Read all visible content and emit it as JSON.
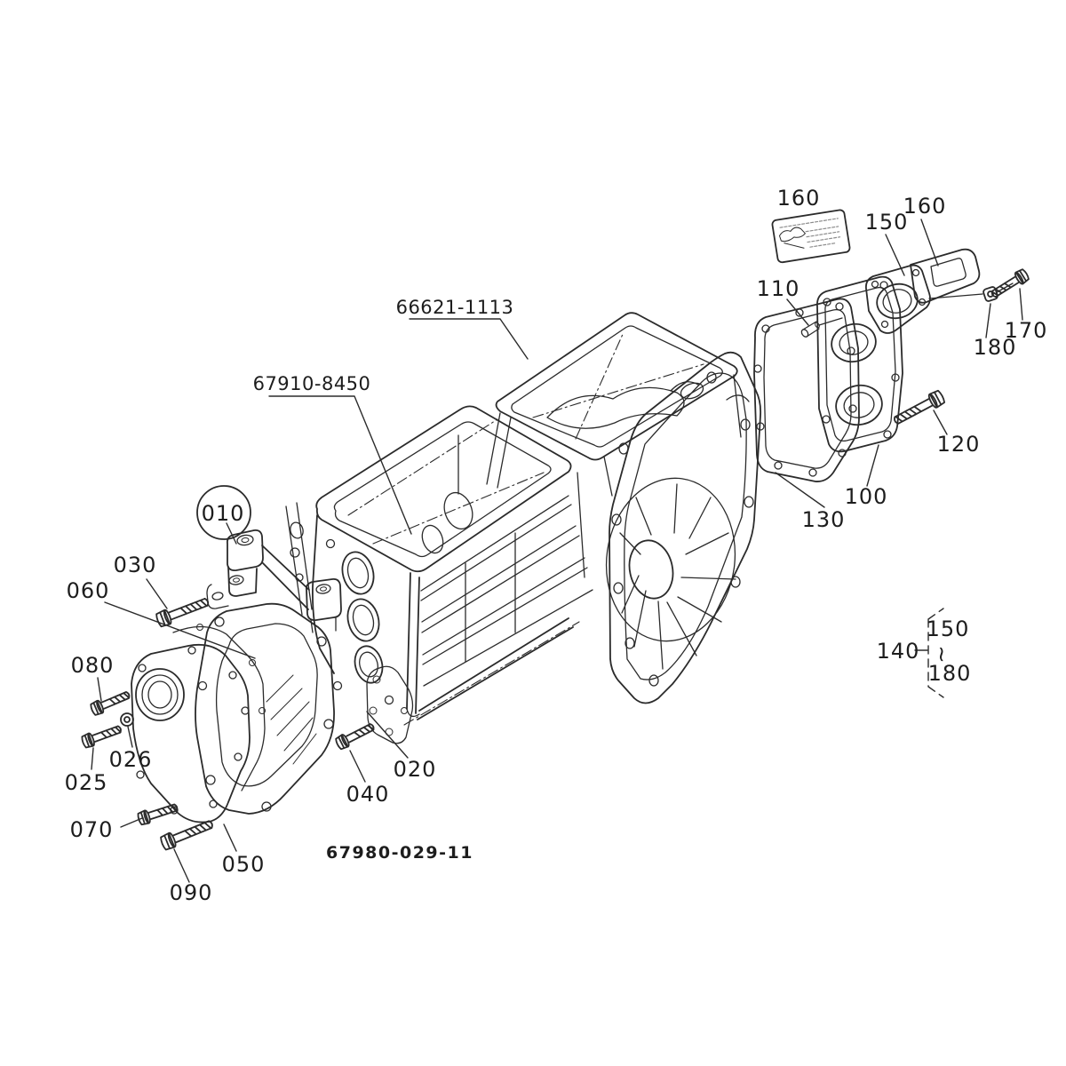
{
  "figure": {
    "drawing_number": "67980-029-11",
    "refs": {
      "top_case": "66621-1113",
      "front_case": "67910-8450"
    },
    "labels": {
      "p010": "010",
      "p020": "020",
      "p025": "025",
      "p026": "026",
      "p030": "030",
      "p040": "040",
      "p050": "050",
      "p060": "060",
      "p070": "070",
      "p080": "080",
      "p090": "090",
      "p100": "100",
      "p110": "110",
      "p120": "120",
      "p130": "130",
      "p140": "140",
      "p150": "150",
      "p160_decal": "160",
      "p160_cover": "160",
      "p170": "170",
      "p180": "180"
    },
    "range_note": {
      "from": "150",
      "tilde": "~",
      "to": "180"
    },
    "colors": {
      "ink": "#2b2b2b",
      "highlight": "#c4271f",
      "paper": "#ffffff"
    }
  }
}
